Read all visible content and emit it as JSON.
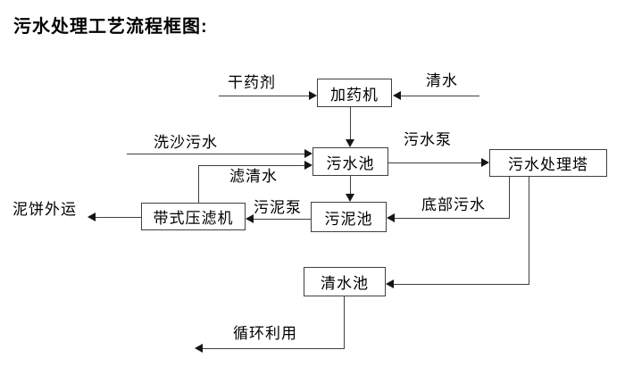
{
  "title": "污水处理工艺流程框图:",
  "nodes": {
    "dosing_machine": "加药机",
    "sewage_pool": "污水池",
    "treatment_tower": "污水处理塔",
    "sludge_pool": "污泥池",
    "belt_filter_press": "带式压滤机",
    "clean_water_pool": "清水池"
  },
  "labels": {
    "dry_agent": "干药剂",
    "clean_water": "清水",
    "sand_washing_sewage": "洗沙污水",
    "filtered_water": "滤清水",
    "sewage_pump": "污水泵",
    "bottom_sewage": "底部污水",
    "sludge_pump": "污泥泵",
    "mud_cake_out": "泥饼外运",
    "recycling": "循环利用"
  },
  "colors": {
    "background": "#ffffff",
    "line": "#3f3f3f",
    "arrow": "#151515",
    "text": "#000000"
  }
}
